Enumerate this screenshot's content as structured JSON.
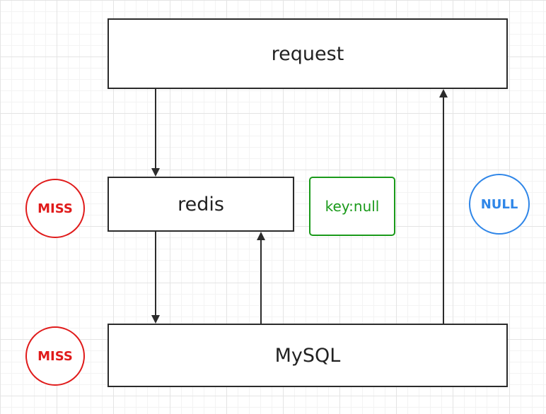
{
  "boxes": {
    "request": "request",
    "redis": "redis",
    "mysql": "MySQL"
  },
  "tags": {
    "key_null": "key:null"
  },
  "badges": {
    "miss_redis": "MISS",
    "miss_mysql": "MISS",
    "null_return": "NULL"
  },
  "colors": {
    "miss": "#e01b1b",
    "null": "#2f86e8",
    "key_null": "#1a9a1a",
    "stroke": "#2b2b2b"
  }
}
